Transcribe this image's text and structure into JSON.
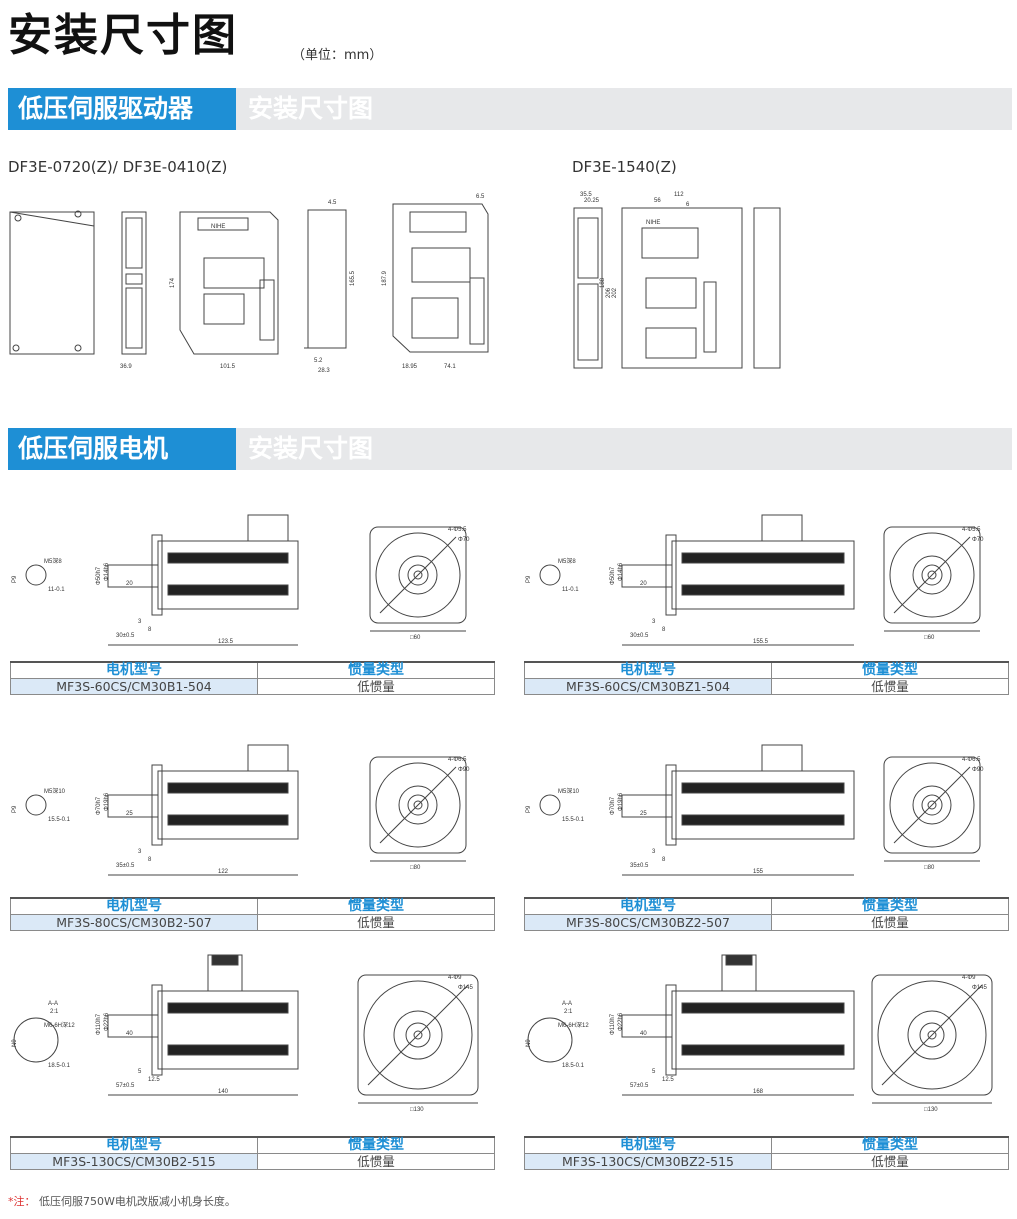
{
  "page": {
    "title": "安装尺寸图",
    "unit": "（单位：mm）"
  },
  "sections": {
    "driver": {
      "title": "低压伺服驱动器",
      "subtitle": "安装尺寸图"
    },
    "motor": {
      "title": "低压伺服电机",
      "subtitle": "安装尺寸图"
    }
  },
  "drivers": {
    "left_label": "DF3E-0720(Z)/ DF3E-0410(Z)",
    "right_label": "DF3E-1540(Z)",
    "left_dims": {
      "w1": "36.9",
      "w2": "101.5",
      "h1": "174",
      "h2": "165.5",
      "w3": "28.3",
      "w4": "5.2",
      "h3": "187.9",
      "w5": "18.95",
      "w6": "74.1",
      "d1": "6.5",
      "d2": "4.5"
    },
    "right_dims": {
      "top1": "35.5",
      "top2": "20.25",
      "top3": "112",
      "top4": "56",
      "h1": "202",
      "h2": "206",
      "h3": "188",
      "d1": "6"
    },
    "brand": "NIHE"
  },
  "motors": [
    {
      "model": "MF3S-60CS/CM30B1-504",
      "inertia": "低惯量",
      "dims": {
        "len": "123.5",
        "shaft": "30±0.5",
        "key": "20",
        "flange": "□60",
        "bolt": "4-Φ5.5",
        "pcd": "Φ70",
        "shaftdia": "Φ50h7",
        "d2": "Φ14h6",
        "tap": "M5深8",
        "p": "P9",
        "k": "11-0.1",
        "a": "3",
        "b": "8"
      }
    },
    {
      "model": "MF3S-60CS/CM30BZ1-504",
      "inertia": "低惯量",
      "dims": {
        "len": "155.5",
        "shaft": "30±0.5",
        "key": "20",
        "flange": "□60",
        "bolt": "4-Φ5.5",
        "pcd": "Φ70",
        "shaftdia": "Φ50h7",
        "d2": "Φ14h6",
        "tap": "M5深8",
        "p": "P9",
        "k": "11-0.1",
        "a": "3",
        "b": "8"
      }
    },
    {
      "model": "MF3S-80CS/CM30B2-507",
      "inertia": "低惯量",
      "dims": {
        "len": "122",
        "shaft": "35±0.5",
        "key": "25",
        "flange": "□80",
        "bolt": "4-Φ6.5",
        "pcd": "Φ90",
        "shaftdia": "Φ70h7",
        "d2": "Φ19h6",
        "tap": "M5深10",
        "p": "P9",
        "k": "15.5-0.1",
        "a": "3",
        "b": "8"
      }
    },
    {
      "model": "MF3S-80CS/CM30BZ2-507",
      "inertia": "低惯量",
      "dims": {
        "len": "155",
        "shaft": "35±0.5",
        "key": "25",
        "flange": "□80",
        "bolt": "4-Φ6.5",
        "pcd": "Φ90",
        "shaftdia": "Φ70h7",
        "d2": "Φ19h6",
        "tap": "M5深10",
        "p": "P9",
        "k": "15.5-0.1",
        "a": "3",
        "b": "8"
      }
    },
    {
      "model": "MF3S-130CS/CM30B2-515",
      "inertia": "低惯量",
      "dims": {
        "len": "140",
        "shaft": "57±0.5",
        "key": "40",
        "flange": "□130",
        "bolt": "4-Φ9",
        "pcd": "Φ145",
        "shaftdia": "Φ110h7",
        "d2": "Φ22h6",
        "tap": "M6-6H深12",
        "p": "N9",
        "k": "18.5-0.1",
        "a": "5",
        "b": "12.5",
        "sect": "A-A",
        "scale": "2:1"
      }
    },
    {
      "model": "MF3S-130CS/CM30BZ2-515",
      "inertia": "低惯量",
      "dims": {
        "len": "168",
        "shaft": "57±0.5",
        "key": "40",
        "flange": "□130",
        "bolt": "4-Φ9",
        "pcd": "Φ145",
        "shaftdia": "Φ110h7",
        "d2": "Φ22h6",
        "tap": "M6-6H深12",
        "p": "N9",
        "k": "18.5-0.1",
        "a": "5",
        "b": "12.5",
        "sect": "A-A",
        "scale": "2:1"
      }
    }
  ],
  "table_headers": {
    "model": "电机型号",
    "inertia": "惯量类型"
  },
  "note": {
    "star": "*注：",
    "text": "低压伺服750W电机改版减小机身长度。"
  }
}
